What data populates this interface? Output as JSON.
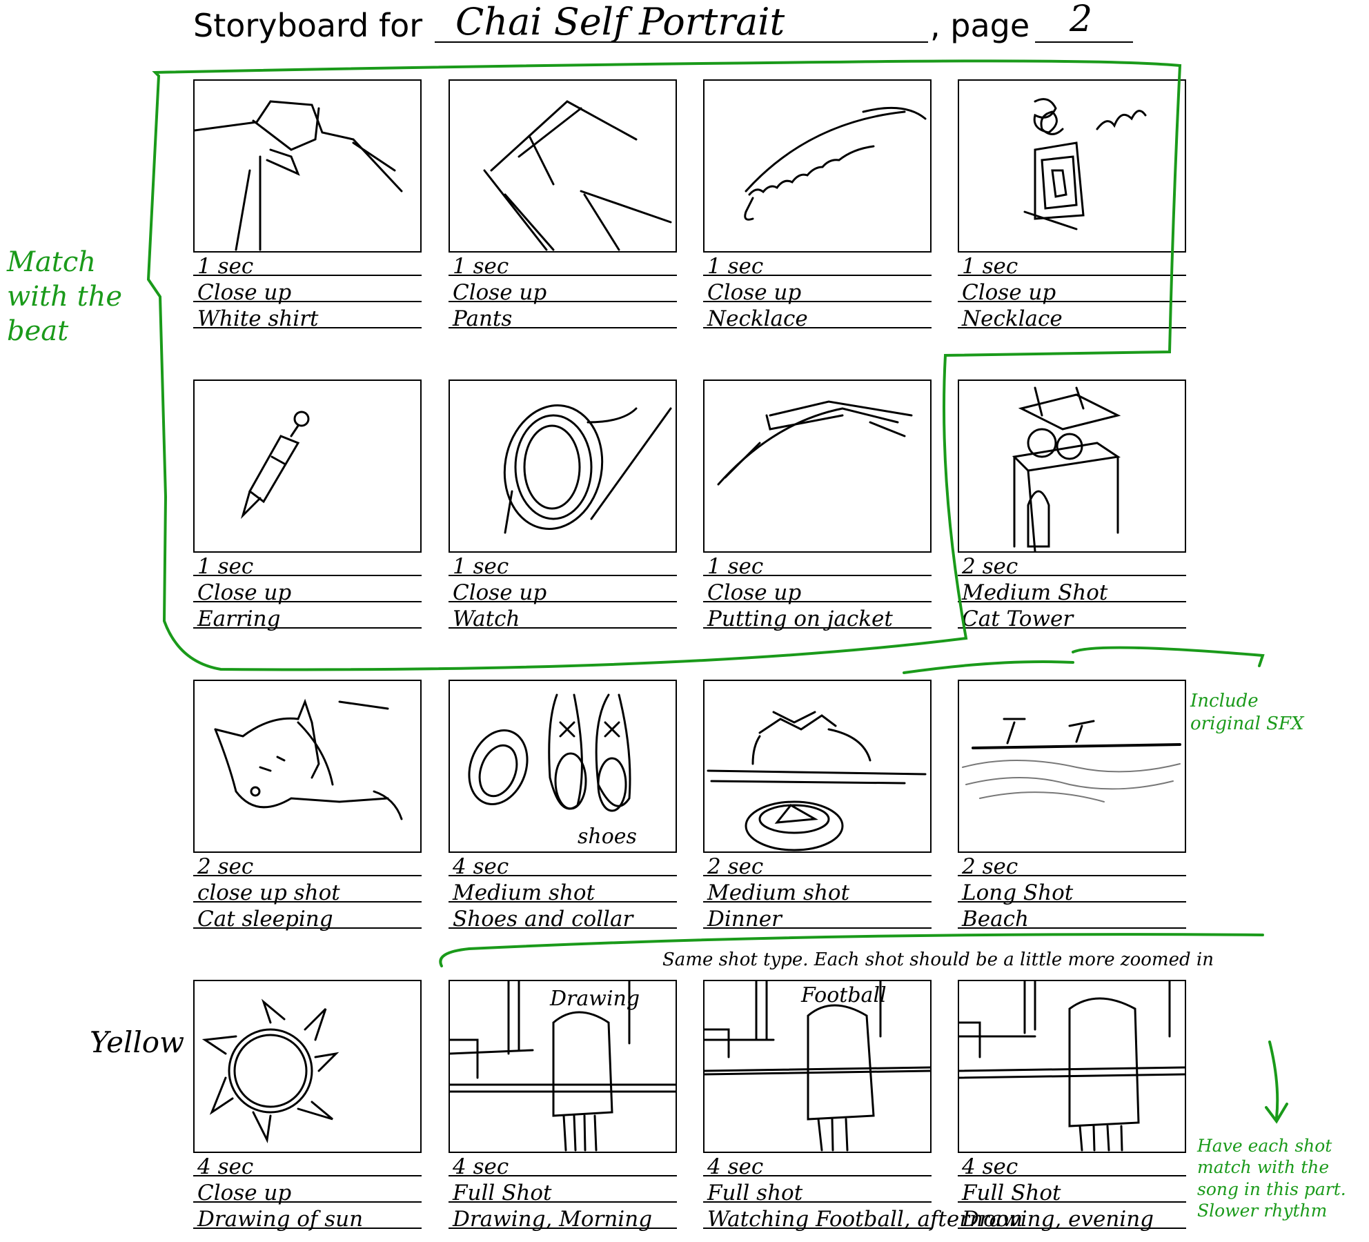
{
  "header": {
    "storyboard_label": "Storyboard for",
    "title": "Chai Self Portrait",
    "page_label": ", page",
    "page_number": "2"
  },
  "panels": [
    {
      "duration": "1 sec",
      "shot": "Close up",
      "subject": "White shirt",
      "sketch": "shirt-sketch"
    },
    {
      "duration": "1 sec",
      "shot": "Close up",
      "subject": "Pants",
      "sketch": "pants-sketch"
    },
    {
      "duration": "1 sec",
      "shot": "Close up",
      "subject": "Necklace",
      "sketch": "necklace-sketch"
    },
    {
      "duration": "1 sec",
      "shot": "Close up",
      "subject": "Necklace",
      "sketch": "pendant-sketch"
    },
    {
      "duration": "1 sec",
      "shot": "Close up",
      "subject": "Earring",
      "sketch": "earring-sketch"
    },
    {
      "duration": "1 sec",
      "shot": "Close up",
      "subject": "Watch",
      "sketch": "watch-sketch"
    },
    {
      "duration": "1 sec",
      "shot": "Close up",
      "subject": "Putting on jacket",
      "sketch": "jacket-sketch"
    },
    {
      "duration": "2 sec",
      "shot": "Medium Shot",
      "subject": "Cat Tower",
      "sketch": "cat-tower-sketch"
    },
    {
      "duration": "2 sec",
      "shot": "close up shot",
      "subject": "Cat sleeping",
      "sketch": "sleeping-cat-sketch"
    },
    {
      "duration": "4 sec",
      "shot": "Medium shot",
      "subject": "Shoes and collar",
      "sketch": "shoes-collar-sketch",
      "frame_text": "shoes"
    },
    {
      "duration": "2 sec",
      "shot": "Medium shot",
      "subject": "Dinner",
      "sketch": "dinner-sketch"
    },
    {
      "duration": "2 sec",
      "shot": "Long Shot",
      "subject": "Beach",
      "sketch": "beach-sketch"
    },
    {
      "duration": "4 sec",
      "shot": "Close up",
      "subject": "Drawing of sun",
      "sketch": "sun-sketch"
    },
    {
      "duration": "4 sec",
      "shot": "Full Shot",
      "subject": "Drawing, Morning",
      "sketch": "desk-sketch",
      "frame_text": "Drawing"
    },
    {
      "duration": "4 sec",
      "shot": "Full shot",
      "subject": "Watching Football, afternoon",
      "sketch": "desk-sketch",
      "frame_text": "Football"
    },
    {
      "duration": "4 sec",
      "shot": "Full Shot",
      "subject": "Drawing, evening",
      "sketch": "desk-sketch"
    }
  ],
  "annotations": {
    "match_beat": [
      "Match",
      "with the",
      "beat"
    ],
    "include_sfx": [
      "Include",
      "original SFX"
    ],
    "same_shot_type": "Same shot type. Each shot should be a little more zoomed in",
    "yellow": "Yellow",
    "match_song": [
      "Have each shot",
      "match with the",
      "song in this part.",
      "Slower rhythm"
    ],
    "green_color": "#1a9a1a"
  }
}
